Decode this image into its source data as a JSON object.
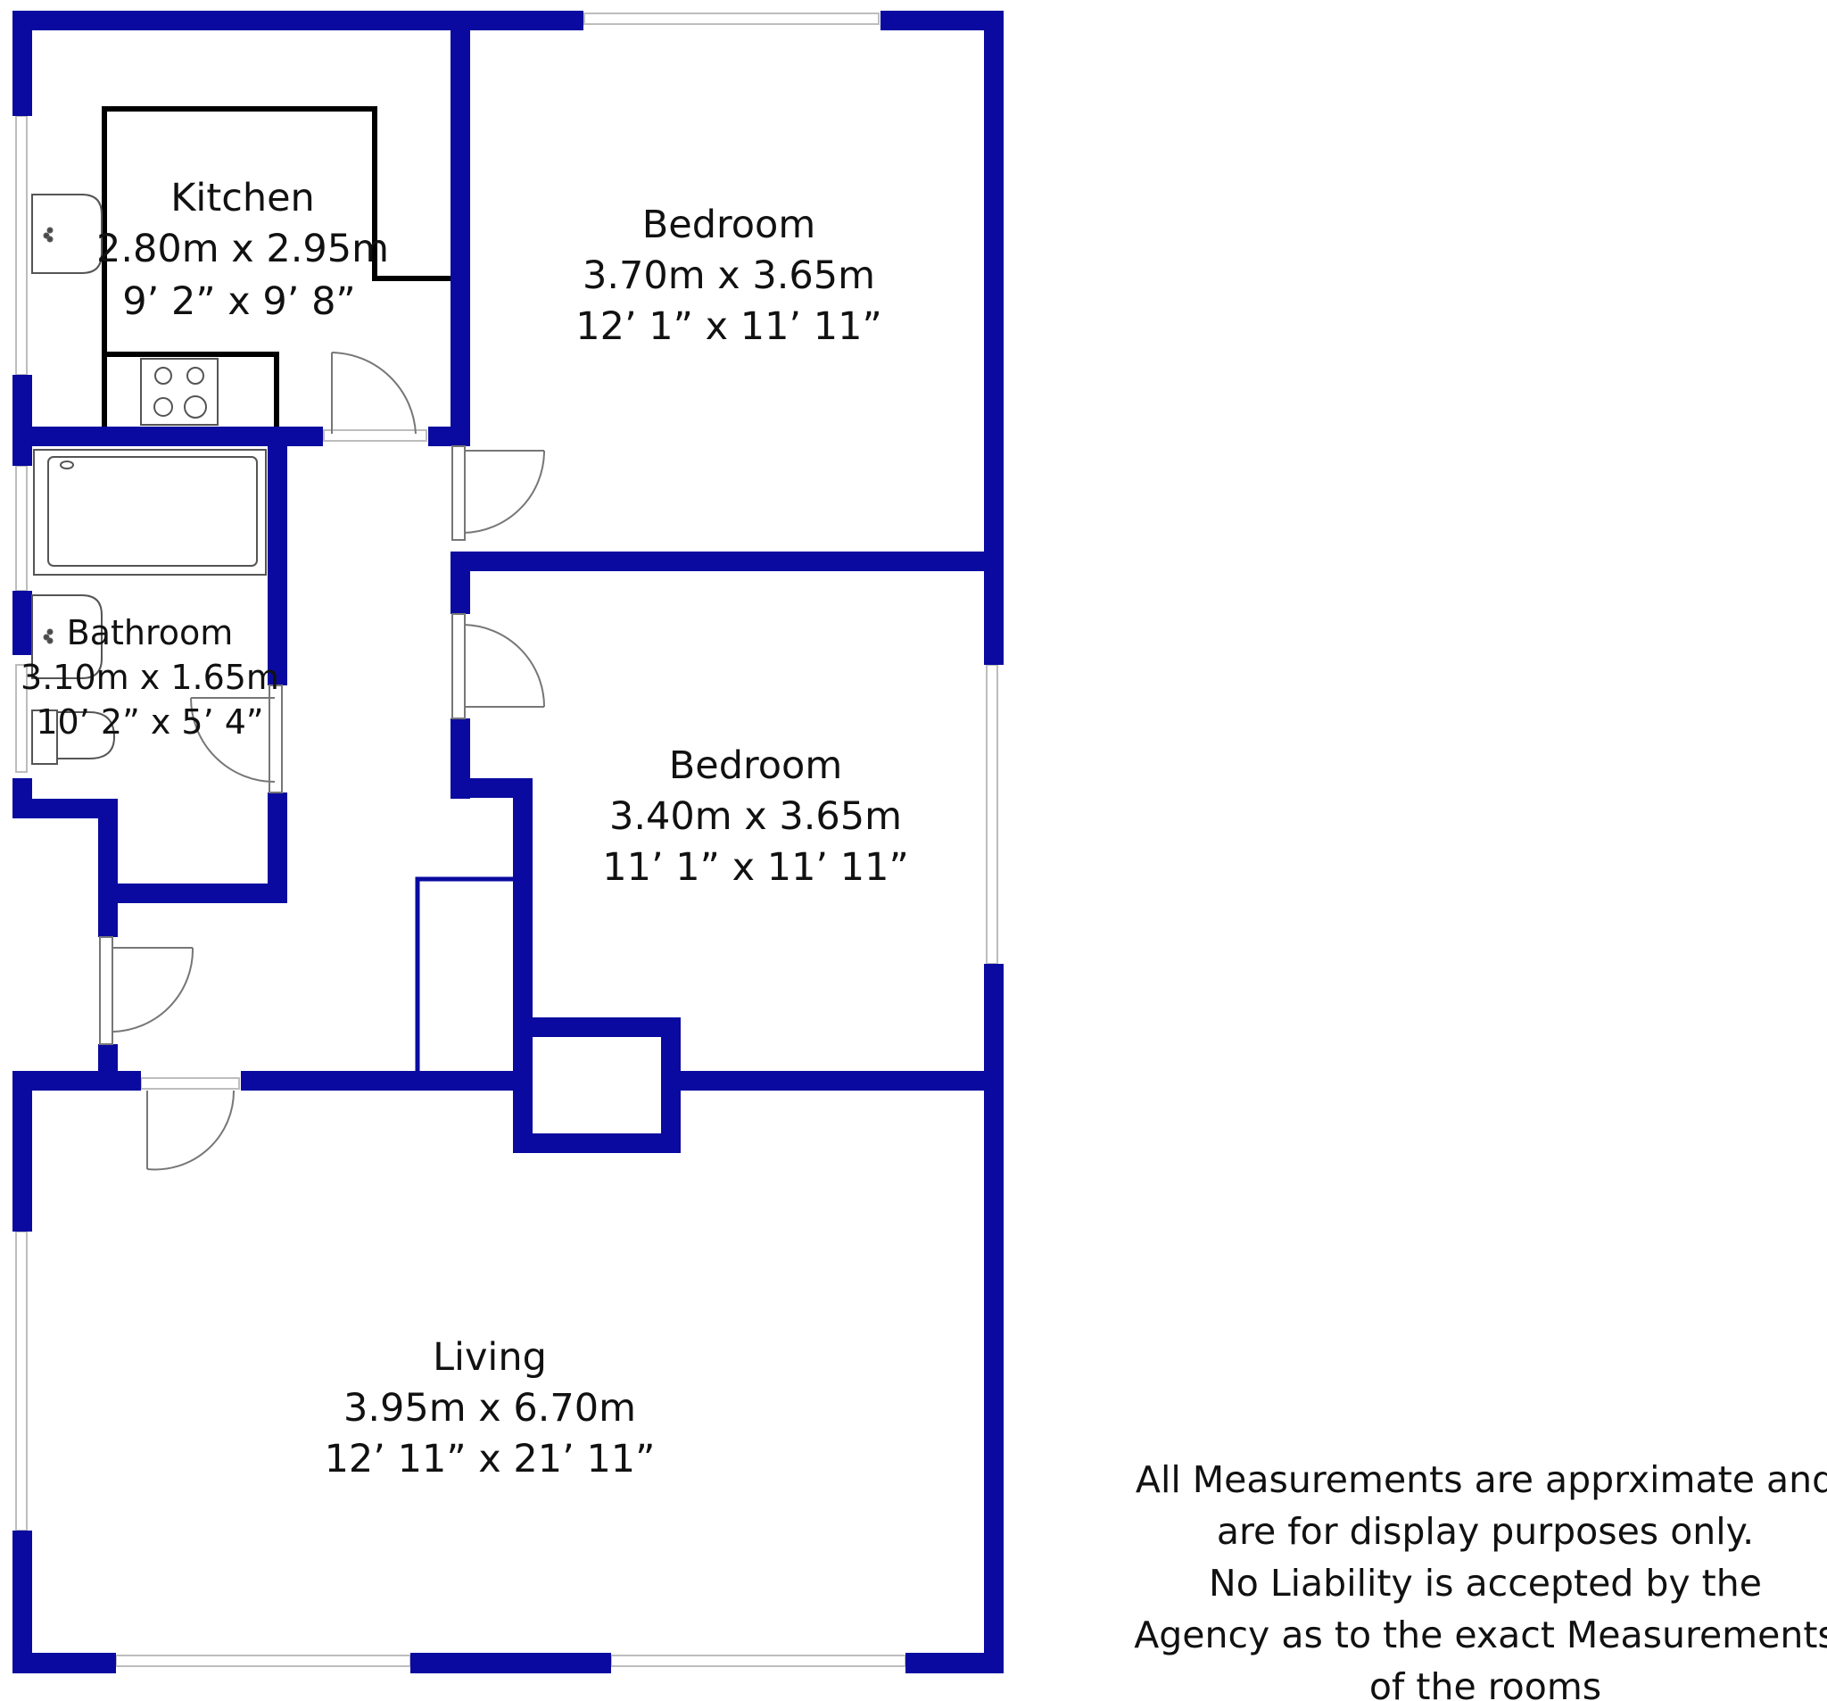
{
  "colors": {
    "wall": "#0a0aa0",
    "fixture": "#000000",
    "window": "#c8c8c8",
    "background": "#ffffff"
  },
  "rooms": [
    {
      "name": "Kitchen",
      "metric": "2.80m x 2.95m",
      "imperial": "9’ 2” x 9’ 8”"
    },
    {
      "name": "Bedroom",
      "metric": "3.70m x 3.65m",
      "imperial": "12’ 1” x 11’ 11”"
    },
    {
      "name": "Bathroom",
      "metric": "3.10m x 1.65m",
      "imperial": "10’ 2” x 5’ 4”"
    },
    {
      "name": "Bedroom",
      "metric": "3.40m x 3.65m",
      "imperial": "11’ 1” x 11’ 11”"
    },
    {
      "name": "Living",
      "metric": "3.95m x 6.70m",
      "imperial": "12’ 11” x 21’ 11”"
    }
  ],
  "disclaimer": [
    "All Measurements are apprximate and",
    "are for display purposes only.",
    "No Liability is accepted by the",
    "Agency as to the exact Measurements",
    "of the rooms"
  ]
}
